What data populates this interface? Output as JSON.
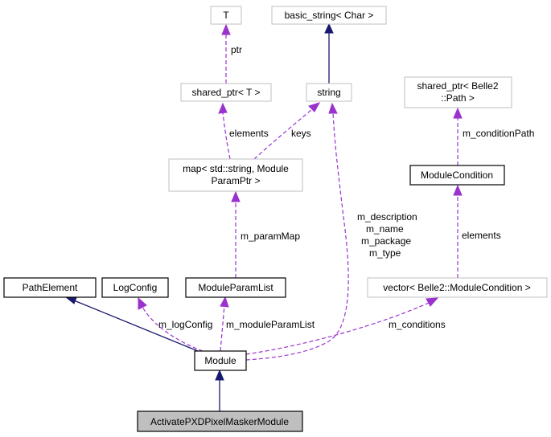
{
  "nodes": {
    "t": "T",
    "basic_string": "basic_string< Char >",
    "shared_ptr_t": "shared_ptr< T >",
    "string": "string",
    "shared_ptr_path_line1": "shared_ptr< Belle2",
    "shared_ptr_path_line2": "::Path >",
    "map_line1": "map< std::string, Module",
    "map_line2": "ParamPtr >",
    "module_condition": "ModuleCondition",
    "path_element": "PathElement",
    "log_config": "LogConfig",
    "module_param_list": "ModuleParamList",
    "vector_condition": "vector< Belle2::ModuleCondition >",
    "module": "Module",
    "activate": "ActivatePXDPixelMaskerModule"
  },
  "edge_labels": {
    "ptr": "ptr",
    "elements_map": "elements",
    "keys": "keys",
    "m_condition_path": "m_conditionPath",
    "m_param_map": "m_paramMap",
    "m_description": "m_description",
    "m_name": "m_name",
    "m_package": "m_package",
    "m_type": "m_type",
    "elements_vector": "elements",
    "m_log_config": "m_logConfig",
    "m_module_param_list": "m_moduleParamList",
    "m_conditions": "m_conditions"
  },
  "colors": {
    "inheritance": "#191970",
    "usage": "#9a32cd",
    "focus_fill": "#bfbfbf",
    "template_border": "#bfbfbf"
  }
}
